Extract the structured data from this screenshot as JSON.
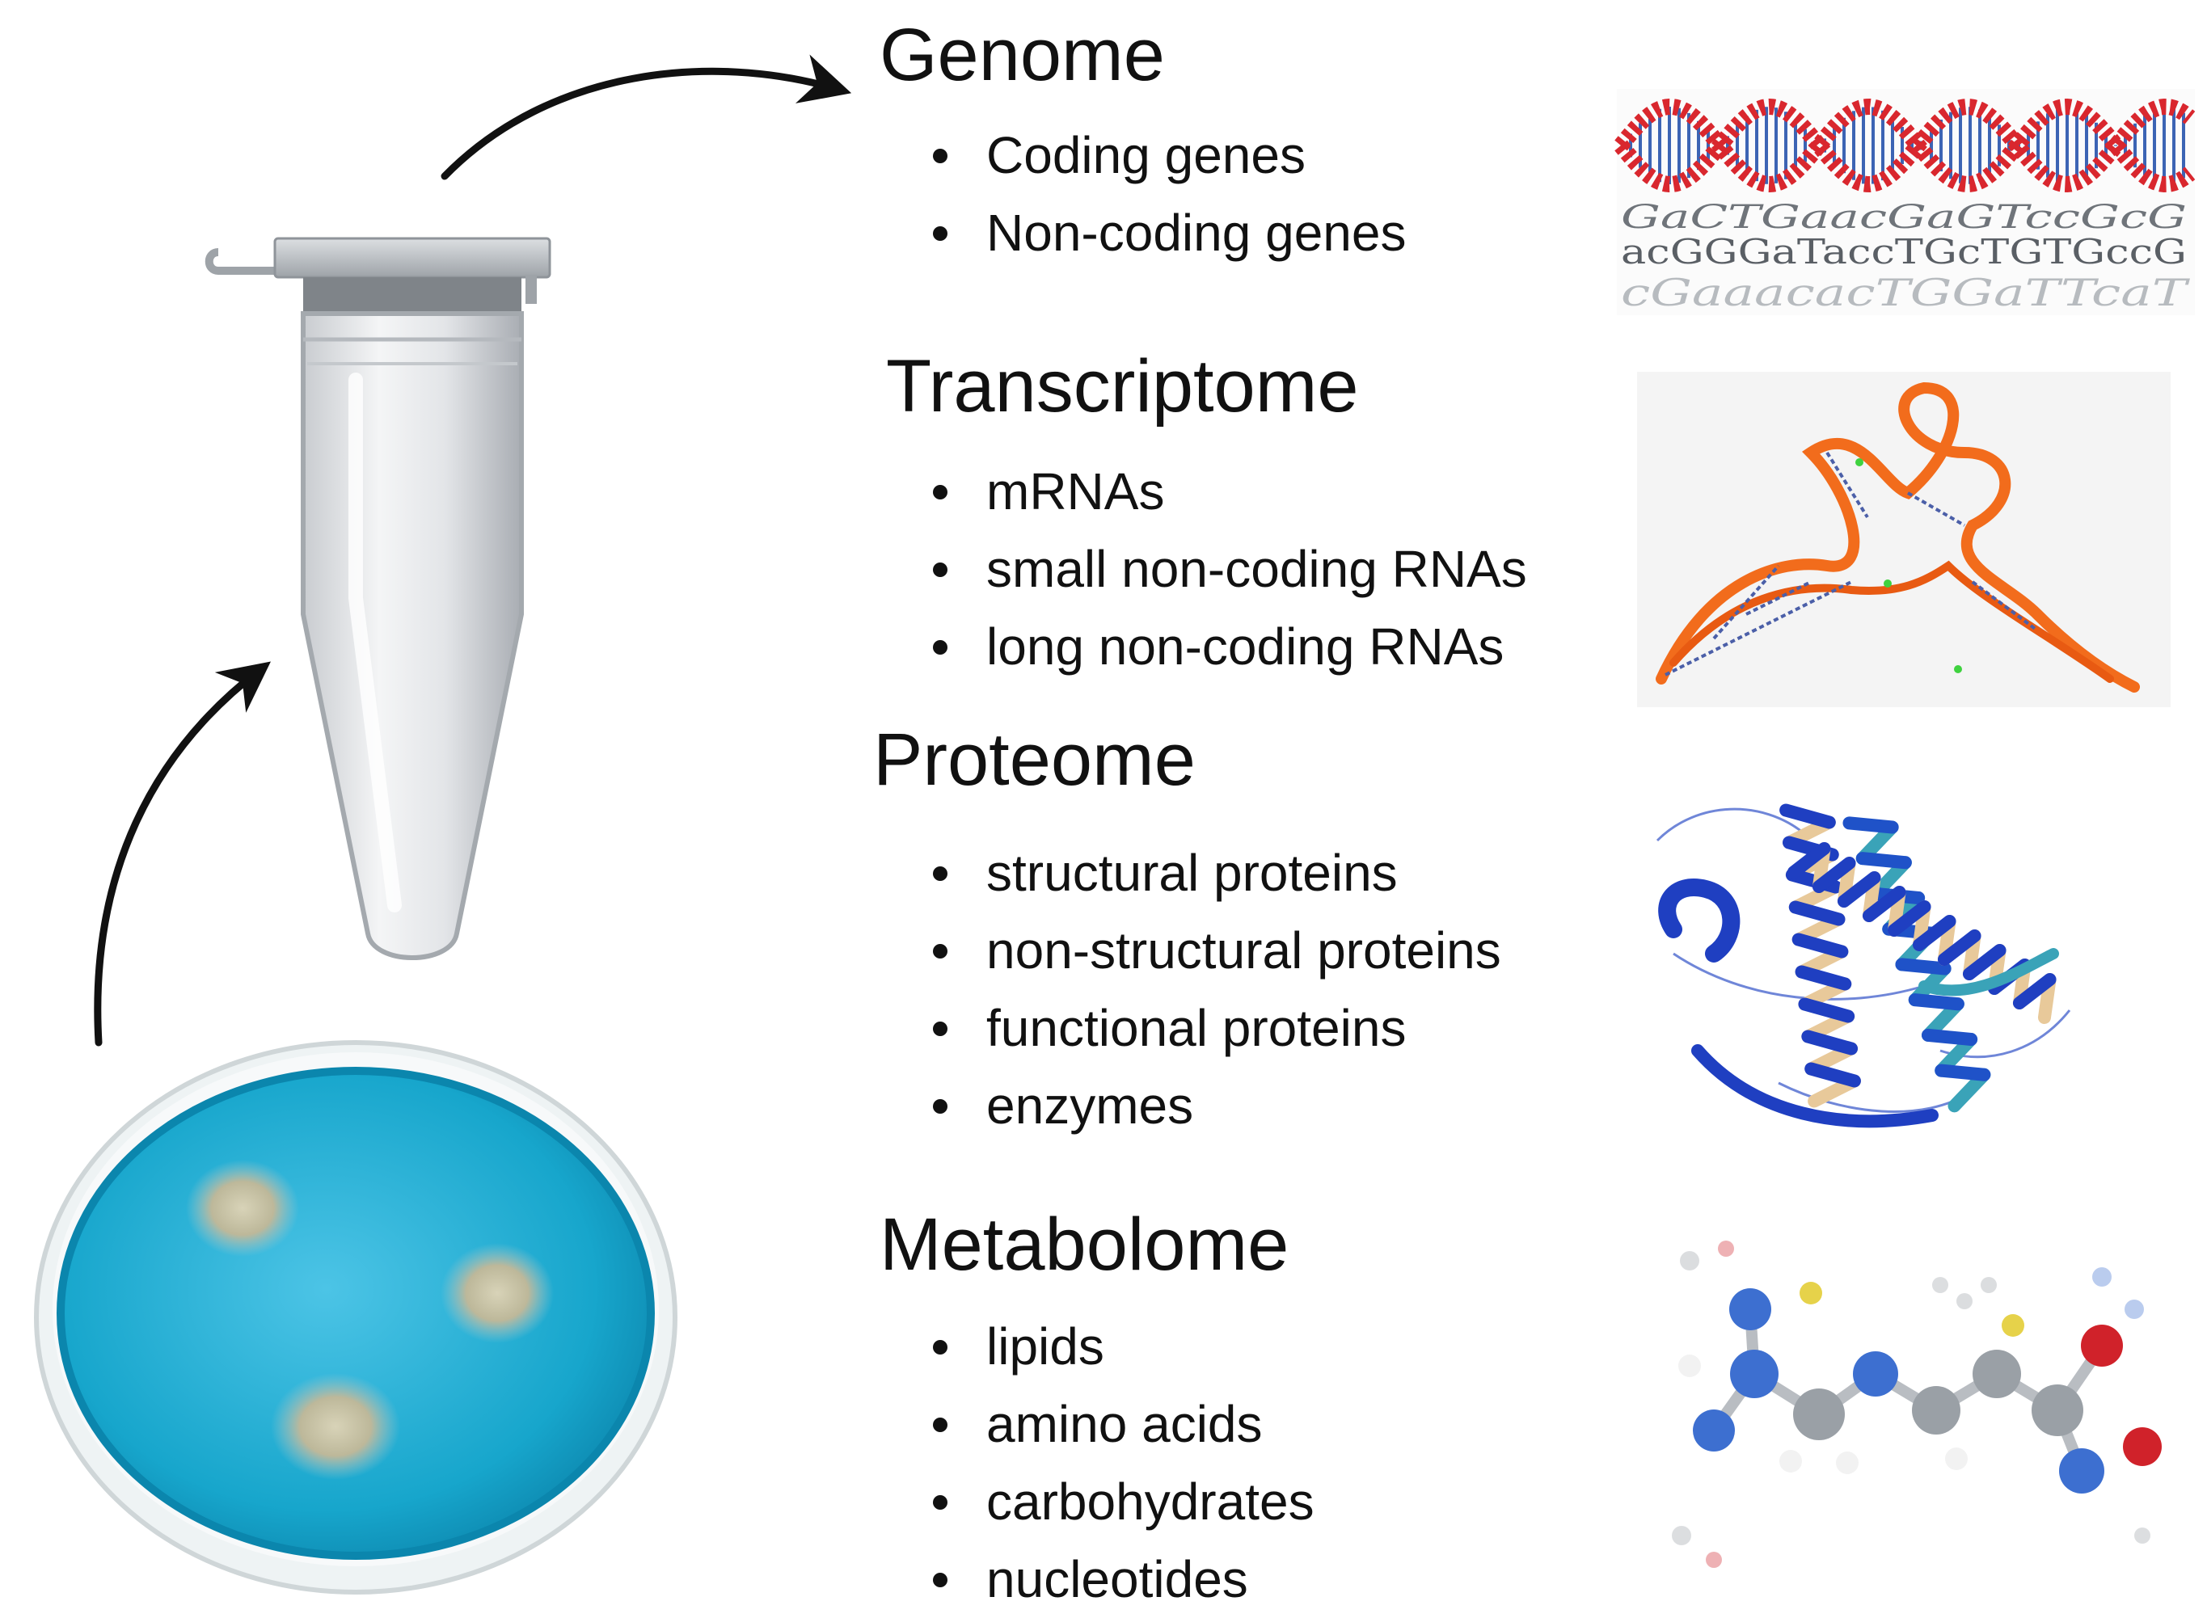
{
  "sections": [
    {
      "heading": "Genome",
      "items": [
        "Coding genes",
        "Non-coding genes"
      ],
      "image_icon": "dna-double-helix-icon"
    },
    {
      "heading": "Transcriptome",
      "items": [
        "mRNAs",
        "small non-coding RNAs",
        "long non-coding RNAs"
      ],
      "image_icon": "rna-structure-icon"
    },
    {
      "heading": "Proteome",
      "items": [
        "structural proteins",
        "non-structural proteins",
        "functional proteins",
        "enzymes"
      ],
      "image_icon": "protein-ribbon-icon"
    },
    {
      "heading": "Metabolome",
      "items": [
        "lipids",
        "amino acids",
        "carbohydrates",
        "nucleotides"
      ],
      "image_icon": "molecule-ball-stick-icon"
    }
  ],
  "dna_sequence_rows": [
    "GaCTGaacGaGTccGcG",
    "acGGGaTaccTGcTGTGccG",
    "cGaaacacTGGaTTcaT"
  ],
  "illustrations": {
    "petri_dish_icon": "petri-dish-icon",
    "tube_icon": "microcentrifuge-tube-icon",
    "arrow_icon": "curved-arrow-icon"
  },
  "colors": {
    "agar": "#17a6cc",
    "agar_dark": "#0a7fa6",
    "dna_backbone": "#d9272e",
    "dna_rungs": "#3c64b4",
    "rna_ribbon": "#f26c1c",
    "protein_dark": "#1f3fc1",
    "protein_light": "#e8c99a",
    "protein_teal": "#3aa3b8",
    "molecule_blue": "#3d6fd0",
    "molecule_grey": "#9aa0a6",
    "molecule_red": "#d0222a"
  }
}
